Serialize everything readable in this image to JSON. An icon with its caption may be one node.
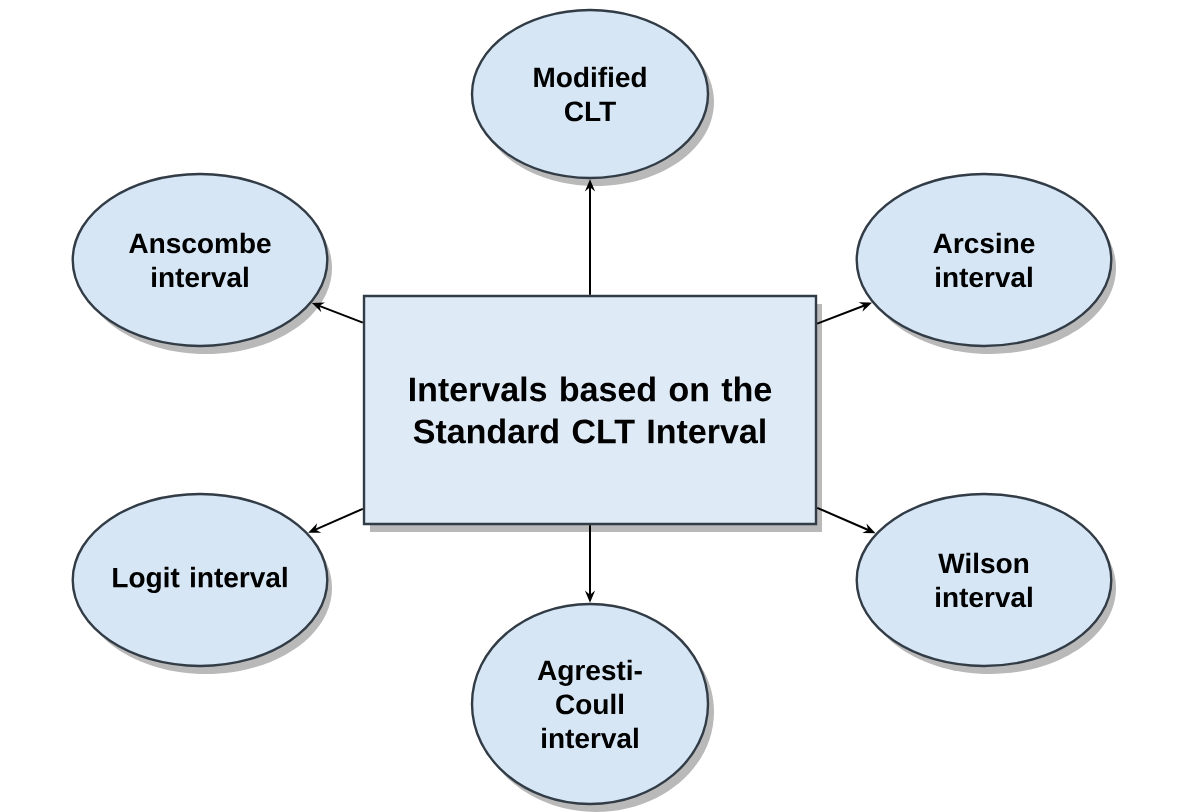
{
  "diagram": {
    "nodes": [
      {
        "text": [
          "Intervals based on the Standard CLT Interval"
        ]
      },
      {
        "text": [
          "Modified CLT"
        ]
      },
      {
        "text": [
          "Anscombe interval"
        ]
      },
      {
        "text": [
          "Arcsine interval"
        ]
      },
      {
        "text": [
          "Logit interval"
        ]
      },
      {
        "text": [
          "Wilson interval"
        ]
      },
      {
        "text": [
          "Agresti-Coull interval"
        ]
      }
    ],
    "edges": [
      {
        "from": 0,
        "to": 1,
        "arrow": "to"
      },
      {
        "from": 0,
        "to": 2,
        "arrow": "to"
      },
      {
        "from": 0,
        "to": 3,
        "arrow": "to"
      },
      {
        "from": 0,
        "to": 4,
        "arrow": "to"
      },
      {
        "from": 0,
        "to": 5,
        "arrow": "to"
      },
      {
        "from": 0,
        "to": 6,
        "arrow": "to"
      }
    ]
  }
}
